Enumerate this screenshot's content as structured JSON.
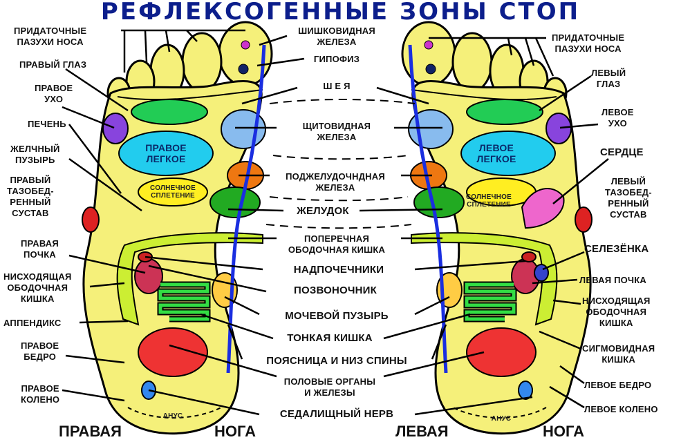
{
  "title": "РЕФЛЕКСОГЕННЫЕ ЗОНЫ СТОП",
  "footer": {
    "right_foot_word1": "ПРАВАЯ",
    "right_foot_word2": "НОГА",
    "left_foot_word1": "ЛЕВАЯ",
    "left_foot_word2": "НОГА"
  },
  "left_labels": {
    "sinuses": "ПРИДАТОЧНЫЕ\nПАЗУХИ НОСА",
    "eye": "ПРАВЫЙ ГЛАЗ",
    "ear": "ПРАВОЕ\nУХО",
    "liver": "ПЕЧЕНЬ",
    "gallbladder": "ЖЕЛЧНЫЙ\nПУЗЫРЬ",
    "hip": "ПРАВЫЙ\nТАЗОБЕД-\nРЕННЫЙ\nСУСТАВ",
    "kidney": "ПРАВАЯ\nПОЧКА",
    "colon": "НИСХОДЯЩАЯ\nОБОДОЧНАЯ\nКИШКА",
    "appendix": "АППЕНДИКС",
    "thigh": "ПРАВОЕ\nБЕДРО",
    "knee": "ПРАВОЕ\nКОЛЕНО"
  },
  "center_labels": {
    "pineal": "ШИШКОВИДНАЯ\nЖЕЛЕЗА",
    "pituitary": "ГИПОФИЗ",
    "neck": "Ш Е Я",
    "thyroid": "ЩИТОВИДНАЯ\nЖЕЛЕЗА",
    "pancreas": "ПОДЖЕЛУДОЧНДНАЯ\nЖЕЛЕЗА",
    "stomach": "ЖЕЛУДОК",
    "transverse_colon": "ПОПЕРЕЧНАЯ\nОБОДОЧНАЯ КИШКА",
    "adrenals": "НАДПОЧЕЧНИКИ",
    "spine": "ПОЗВОНОЧНИК",
    "bladder": "МОЧЕВОЙ ПУЗЫРЬ",
    "small_intestine": "ТОНКАЯ КИШКА",
    "lower_back": "ПОЯСНИЦА И НИЗ СПИНЫ",
    "genitals": "ПОЛОВЫЕ ОРГАНЫ\nИ ЖЕЛЕЗЫ",
    "sciatic": "СЕДАЛИЩНЫЙ НЕРВ"
  },
  "right_labels": {
    "sinuses": "ПРИДАТОЧНЫЕ\nПАЗУХИ НОСА",
    "eye": "ЛЕВЫЙ\nГЛАЗ",
    "ear": "ЛЕВОЕ\nУХО",
    "heart": "СЕРДЦЕ",
    "hip": "ЛЕВЫЙ\nТАЗОБЕД-\nРЕННЫЙ\nСУСТАВ",
    "spleen": "СЕЛЕЗЁНКА",
    "kidney": "ЛЕВАЯ ПОЧКА",
    "colon": "НИСХОДЯЩАЯ\nОБОДОЧНАЯ\nКИШКА",
    "sigmoid": "СИГМОВИДНАЯ\nКИШКА",
    "thigh": "ЛЕВОЕ БЕДРО",
    "knee": "ЛЕВОЕ КОЛЕНО"
  },
  "in_foot": {
    "right_lung": "ПРАВОЕ\nЛЕГКОЕ",
    "left_lung": "ЛЕВОЕ\nЛЕГКОЕ",
    "solar_right": "СОЛНЕЧНОЕ\nСПЛЕТЕНИЕ",
    "solar_left": "СОЛНЕЧНОЕ\nСПЛЕТЕНИЕ",
    "anus_right": "АНУС",
    "anus_left": "АНУС"
  },
  "colors": {
    "foot": "#f5f07a",
    "spine": "#1a2ee0",
    "title": "#0c1e8c"
  }
}
